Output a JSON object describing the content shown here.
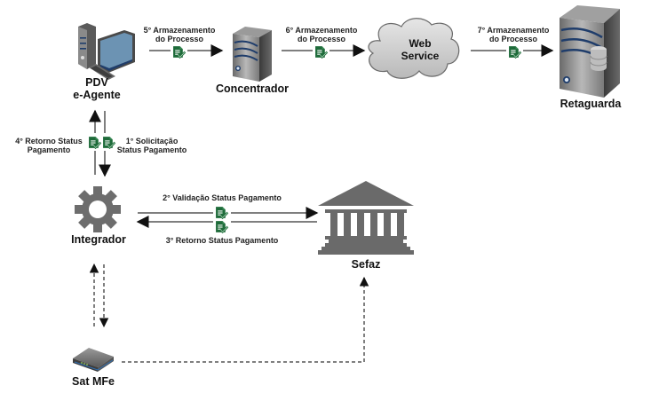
{
  "nodes": {
    "pdv": {
      "line1": "PDV",
      "line2": "e-Agente",
      "icon": "computer-workstation-icon"
    },
    "concentrador": {
      "label": "Concentrador",
      "icon": "server-tower-icon"
    },
    "webservice": {
      "line1": "Web",
      "line2": "Service",
      "icon": "cloud-icon"
    },
    "retaguarda": {
      "label": "Retaguarda",
      "icon": "database-server-icon"
    },
    "integrador": {
      "label": "Integrador",
      "icon": "gear-icon"
    },
    "sefaz": {
      "label": "Sefaz",
      "icon": "government-building-icon"
    },
    "satmfe": {
      "label": "Sat MFe",
      "icon": "sat-device-icon"
    }
  },
  "edges": {
    "e1": {
      "line1": "1° Solicitação",
      "line2": "Status Pagamento",
      "from": "PDV e-Agente",
      "to": "Integrador"
    },
    "e2": {
      "label": "2° Validação Status Pagamento",
      "from": "Integrador",
      "to": "Sefaz"
    },
    "e3": {
      "label": "3° Retorno Status Pagamento",
      "from": "Sefaz",
      "to": "Integrador"
    },
    "e4": {
      "line1": "4° Retorno Status",
      "line2": "Pagamento",
      "from": "Integrador",
      "to": "PDV e-Agente"
    },
    "e5": {
      "line1": "5° Armazenamento",
      "line2": "do Processo",
      "from": "PDV e-Agente",
      "to": "Concentrador"
    },
    "e6": {
      "line1": "6° Armazenamento",
      "line2": "do Processo",
      "from": "Concentrador",
      "to": "Web Service"
    },
    "e7": {
      "line1": "7° Armazenamento",
      "line2": "do Processo",
      "from": "Web Service",
      "to": "Retaguarda"
    }
  },
  "dashed_links": [
    {
      "from": "Integrador",
      "to": "Sat MFe",
      "style": "dashed",
      "bidirectional": true
    },
    {
      "from": "Sat MFe",
      "to": "Sefaz",
      "style": "dashed"
    }
  ],
  "colors": {
    "line": "#7f7f7f",
    "arrowhead": "#111111",
    "doc_icon": "#1e6b3a",
    "icon_gray": "#6d6d6d",
    "server_blue": "#1f3d6b"
  }
}
